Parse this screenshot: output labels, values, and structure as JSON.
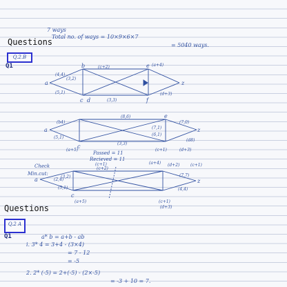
{
  "header": {
    "line1": "7 ways",
    "line2": "Total   no. of ways = 10×9×6×7",
    "line3": "= 5040 ways."
  },
  "question1": {
    "label": "Questions",
    "tag": "Q.2.B",
    "number": "Q1",
    "graph1": {
      "nodes": [
        "a",
        "b",
        "c",
        "d",
        "e",
        "f",
        "z"
      ],
      "labels": [
        "(c+2)",
        "(a+4)",
        "(4,4)",
        "(3,2)",
        "(5,1)",
        "(3,3)",
        "(d+3)"
      ]
    },
    "graph2": {
      "nodes": [
        "a",
        "e",
        "c",
        "z"
      ],
      "labels": [
        "(8,6)",
        "(b4)",
        "(7,1)",
        "(7,0)",
        "(6,1)",
        "(5,1)",
        "(3,3)",
        "(a+5)",
        "(c+1)",
        "(d+3)",
        "(d8)"
      ],
      "passed": "Passed = 11",
      "received": "Recieved = 11"
    },
    "graph3": {
      "check": "Check",
      "mincut": "Min.cut:",
      "nodes": [
        "a",
        "c",
        "z"
      ],
      "labels": [
        "(c+1)",
        "(c+2)",
        "(a+4)",
        "(d+2)",
        "(c+1)",
        "(7,7)",
        "(3,2)",
        "(2,4)",
        "(5,1)",
        "(4,4)",
        "(a+5)",
        "(c+1)",
        "(d+3)"
      ]
    }
  },
  "question2": {
    "label": "Questions",
    "tag": "Q.2 A",
    "number": "Q1",
    "lines": [
      "a* b = a+b - ab",
      "i.   3* 4 = 3+4 - (3×4)",
      "= 7 - 12",
      "= -5",
      "2.   2* (-5) = 2+(-5) - (2×-5)",
      "= -3 + 10 = 7."
    ]
  }
}
